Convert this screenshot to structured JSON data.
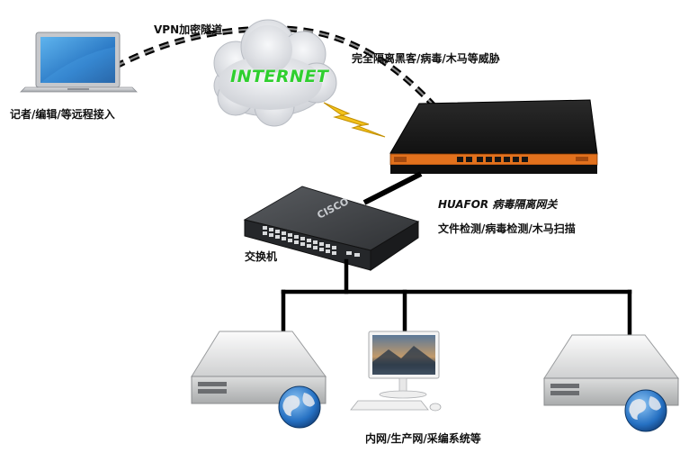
{
  "labels": {
    "vpn": "VPN加密隧道",
    "remote": "记者/编辑/等远程接入",
    "internet": "INTERNET",
    "threat": "完全隔离黑客/病毒/木马等威胁",
    "gateway": "HUAFOR 病毒隔离网关",
    "features": "文件检测/病毒检测/木马扫描",
    "switch": "交换机",
    "intranet": "内网/生产网/采编系统等",
    "switch_brand": "CISCO"
  },
  "colors": {
    "gateway_body": "#1c1c1c",
    "gateway_panel": "#e2711d",
    "cloud": "#e4e6ea",
    "internet_text": "#2fcf2f",
    "lightning": "#f3c21b",
    "server": "#dfe0e0",
    "line": "#000000"
  },
  "icons": [
    "laptop-icon",
    "cloud-icon",
    "lightning-icon",
    "gateway-icon",
    "switch-icon",
    "server-icon",
    "monitor-icon",
    "globe-icon"
  ]
}
